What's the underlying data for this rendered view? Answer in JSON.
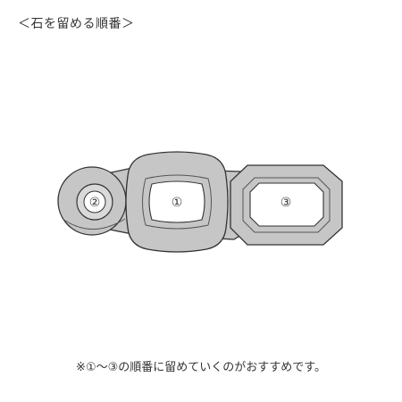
{
  "title": "＜石を留める順番＞",
  "stones": [
    {
      "label": "②",
      "shape": "round"
    },
    {
      "label": "①",
      "shape": "cushion-square"
    },
    {
      "label": "③",
      "shape": "octagon"
    }
  ],
  "note": "※①〜③の順番に留めていくのがおすすめです。",
  "colors": {
    "metal_fill": "#c6c6c6",
    "metal_stroke": "#333333",
    "stone_fill": "#ffffff",
    "text": "#333333"
  }
}
